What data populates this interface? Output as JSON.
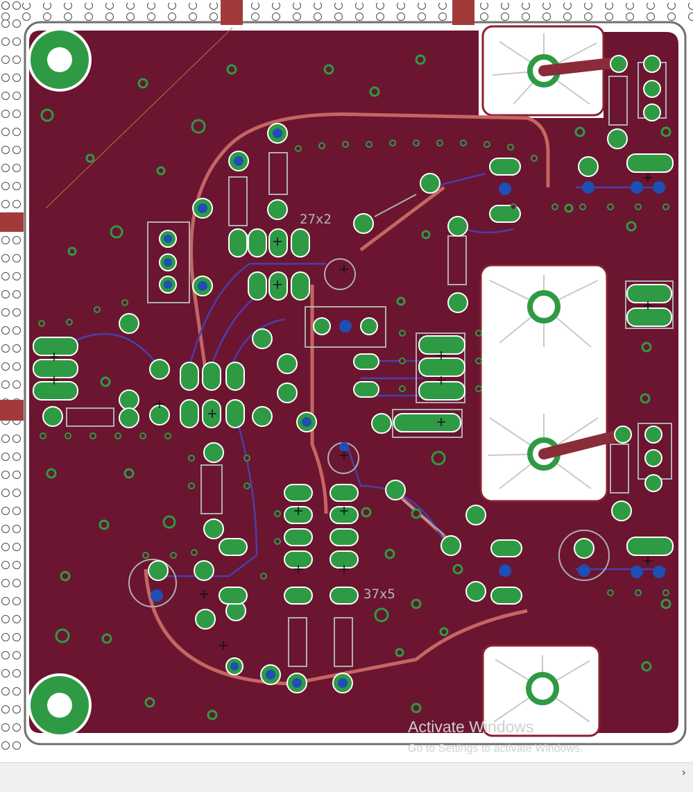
{
  "board": {
    "labels": [
      {
        "id": "ic-upper",
        "text": "27x2"
      },
      {
        "id": "ic-lower",
        "text": "37x5"
      }
    ]
  },
  "watermark": {
    "title": "Activate Windows",
    "subtitle": "Go to Settings to activate Windows."
  },
  "statusbar": {
    "chevron": "›"
  },
  "colors": {
    "board": "#6b1530",
    "background": "#ffffff",
    "outline": "#8a8a8a",
    "pad_ring": "#2f9a44",
    "pad_center": "#1d4fb5",
    "trace_bottom": "#4a3fae",
    "trace_top": "#c56662",
    "silk": "#b7b7b7"
  },
  "icons": {
    "mounting_hole": "mounting-hole-icon",
    "heatsink": "heatsink-icon",
    "via": "via-icon"
  }
}
